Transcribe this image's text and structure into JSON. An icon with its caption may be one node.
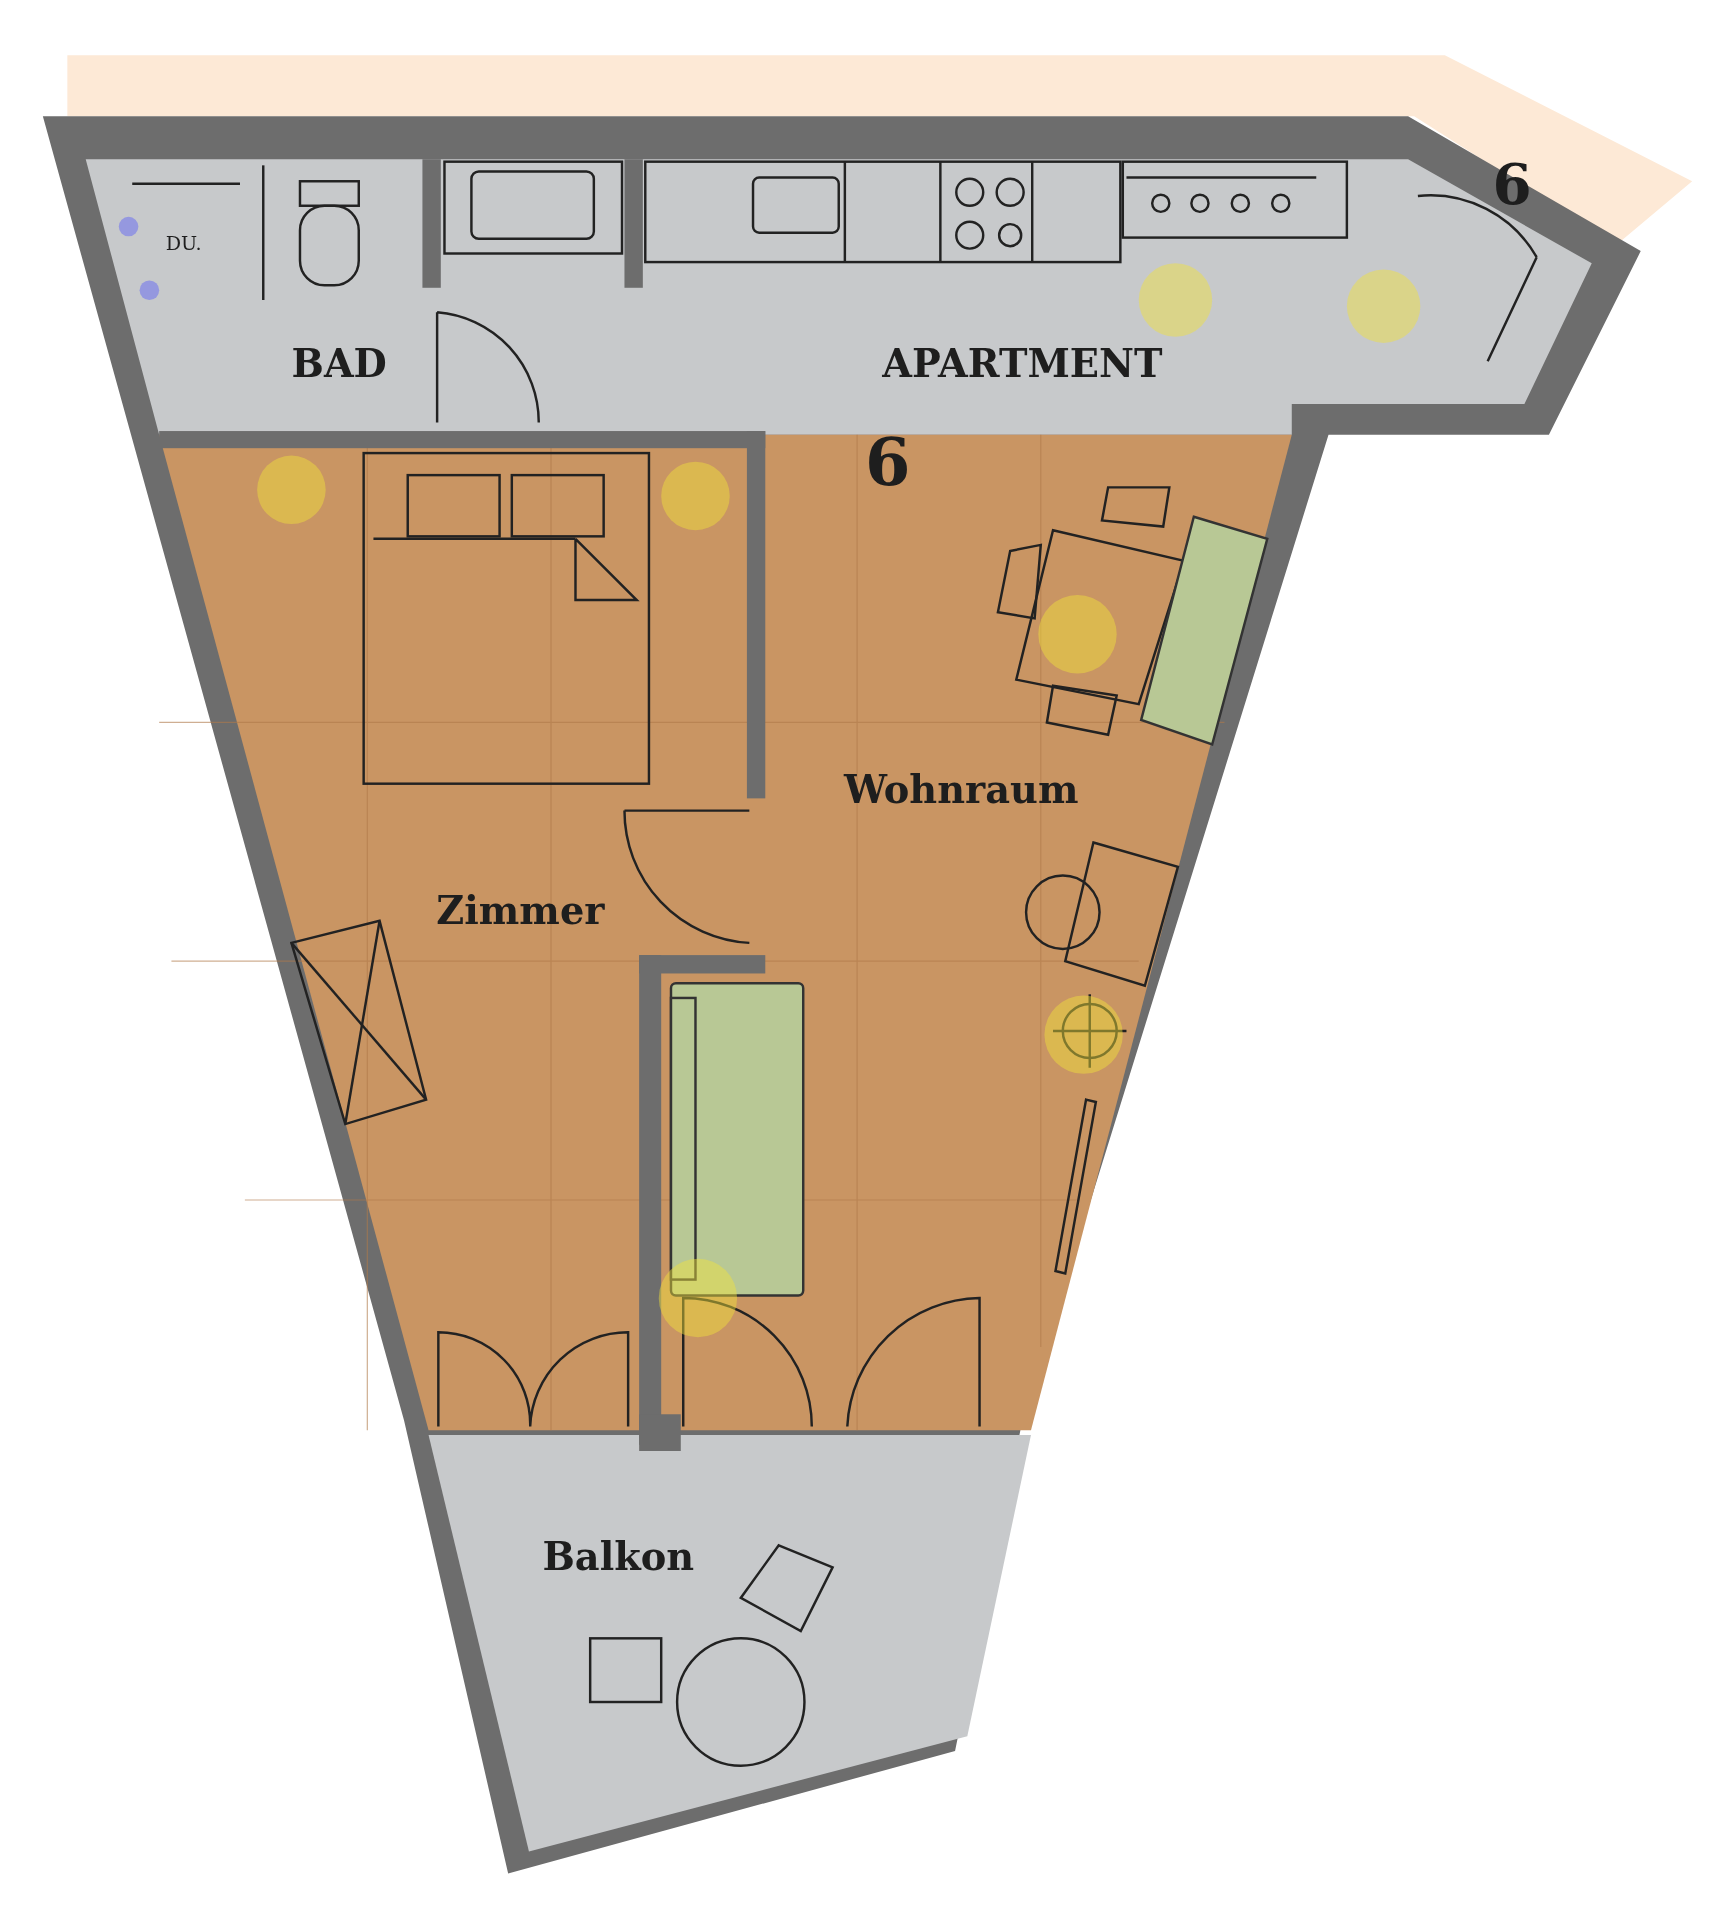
{
  "diagram": {
    "labels": [
      "6",
      "DU.",
      "BAD",
      "APARTMENT",
      "6",
      "Wohnraum",
      "Zimmer",
      "Balkon"
    ]
  }
}
